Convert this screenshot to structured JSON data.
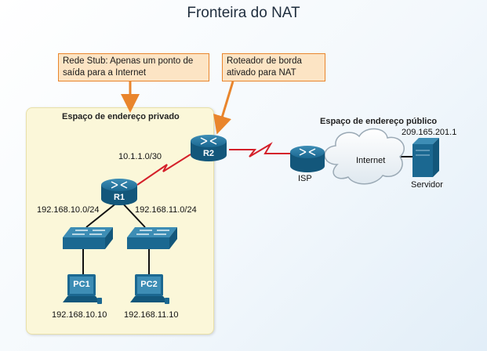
{
  "title": "Fronteira do NAT",
  "callouts": {
    "stub": "Rede Stub: Apenas um ponto de saída para a Internet",
    "border": "Roteador de borda ativado para NAT"
  },
  "zones": {
    "private": "Espaço de endereço privado",
    "public": "Espaço de endereço público"
  },
  "devices": {
    "r1": "R1",
    "r2": "R2",
    "pc1": "PC1",
    "pc2": "PC2",
    "isp": "ISP",
    "internet": "Internet",
    "server": "Servidor"
  },
  "addresses": {
    "link_r1_r2": "10.1.1.0/30",
    "lan1": "192.168.10.0/24",
    "lan2": "192.168.11.0/24",
    "pc1": "192.168.10.10",
    "pc2": "192.168.11.10",
    "server": "209.165.201.1"
  },
  "colors": {
    "callout_fill": "#fce4c4",
    "callout_border": "#e9852c",
    "private_zone": "#fbf7d9",
    "device_blue": "#1f6e94",
    "serial_link": "#d4202a"
  }
}
